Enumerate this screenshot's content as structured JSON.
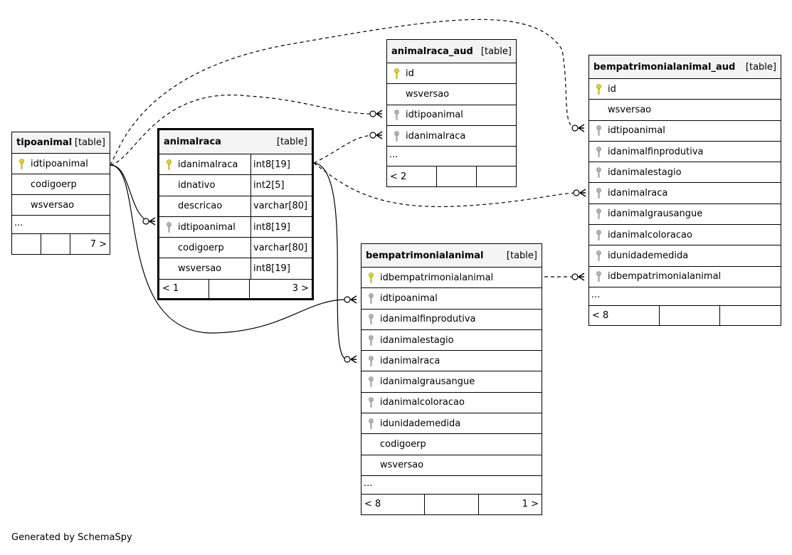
{
  "type_label": "[table]",
  "tables": {
    "tipoanimal": {
      "name": "tipoanimal",
      "columns": [
        {
          "name": "idtipoanimal",
          "key": "pk"
        },
        {
          "name": "codigoerp",
          "key": ""
        },
        {
          "name": "wsversao",
          "key": ""
        }
      ],
      "ellipsis": "...",
      "footer": [
        "",
        "",
        "7 >"
      ]
    },
    "animalraca": {
      "name": "animalraca",
      "columns": [
        {
          "name": "idanimalraca",
          "type": "int8[19]",
          "key": "pk"
        },
        {
          "name": "idnativo",
          "type": "int2[5]",
          "key": ""
        },
        {
          "name": "descricao",
          "type": "varchar[80]",
          "key": ""
        },
        {
          "name": "idtipoanimal",
          "type": "int8[19]",
          "key": "fk"
        },
        {
          "name": "codigoerp",
          "type": "varchar[80]",
          "key": ""
        },
        {
          "name": "wsversao",
          "type": "int8[19]",
          "key": ""
        }
      ],
      "footer": [
        "< 1",
        "",
        "3 >"
      ]
    },
    "animalraca_aud": {
      "name": "animalraca_aud",
      "columns": [
        {
          "name": "id",
          "key": "pk"
        },
        {
          "name": "wsversao",
          "key": ""
        },
        {
          "name": "idtipoanimal",
          "key": "fk"
        },
        {
          "name": "idanimalraca",
          "key": "fk"
        }
      ],
      "ellipsis": "...",
      "footer": [
        "< 2",
        "",
        ""
      ]
    },
    "bempatrimonialanimal": {
      "name": "bempatrimonialanimal",
      "columns": [
        {
          "name": "idbempatrimonialanimal",
          "key": "pk"
        },
        {
          "name": "idtipoanimal",
          "key": "fk"
        },
        {
          "name": "idanimalfinprodutiva",
          "key": "fk"
        },
        {
          "name": "idanimalestagio",
          "key": "fk"
        },
        {
          "name": "idanimalraca",
          "key": "fk"
        },
        {
          "name": "idanimalgrausangue",
          "key": "fk"
        },
        {
          "name": "idanimalcoloracao",
          "key": "fk"
        },
        {
          "name": "idunidademedida",
          "key": "fk"
        },
        {
          "name": "codigoerp",
          "key": ""
        },
        {
          "name": "wsversao",
          "key": ""
        }
      ],
      "ellipsis": "...",
      "footer": [
        "< 8",
        "",
        "1 >"
      ]
    },
    "bempatrimonialanimal_aud": {
      "name": "bempatrimonialanimal_aud",
      "columns": [
        {
          "name": "id",
          "key": "pk"
        },
        {
          "name": "wsversao",
          "key": ""
        },
        {
          "name": "idtipoanimal",
          "key": "fk"
        },
        {
          "name": "idanimalfinprodutiva",
          "key": "fk"
        },
        {
          "name": "idanimalestagio",
          "key": "fk"
        },
        {
          "name": "idanimalraca",
          "key": "fk"
        },
        {
          "name": "idanimalgrausangue",
          "key": "fk"
        },
        {
          "name": "idanimalcoloracao",
          "key": "fk"
        },
        {
          "name": "idunidademedida",
          "key": "fk"
        },
        {
          "name": "idbempatrimonialanimal",
          "key": "fk"
        }
      ],
      "ellipsis": "...",
      "footer": [
        "< 8",
        "",
        ""
      ]
    }
  },
  "relationships": [
    {
      "from": "tipoanimal.idtipoanimal",
      "to": "animalraca.idtipoanimal",
      "style": "solid"
    },
    {
      "from": "tipoanimal.idtipoanimal",
      "to": "bempatrimonialanimal.idtipoanimal",
      "style": "solid"
    },
    {
      "from": "animalraca.idanimalraca",
      "to": "bempatrimonialanimal.idanimalraca",
      "style": "solid"
    },
    {
      "from": "tipoanimal.idtipoanimal",
      "to": "animalraca_aud.idtipoanimal",
      "style": "dashed"
    },
    {
      "from": "tipoanimal.idtipoanimal",
      "to": "bempatrimonialanimal_aud.idtipoanimal",
      "style": "dashed"
    },
    {
      "from": "animalraca.idanimalraca",
      "to": "animalraca_aud.idanimalraca",
      "style": "dashed"
    },
    {
      "from": "animalraca.idanimalraca",
      "to": "bempatrimonialanimal_aud.idanimalraca",
      "style": "dashed"
    },
    {
      "from": "bempatrimonialanimal.idbempatrimonialanimal",
      "to": "bempatrimonialanimal_aud.idbempatrimonialanimal",
      "style": "dashed"
    }
  ],
  "colors": {
    "primary_key": "#e8d800",
    "foreign_key": "#b4b4b4",
    "header_bg": "#f4f4f4",
    "line": "#000000"
  },
  "credit": "Generated by SchemaSpy"
}
